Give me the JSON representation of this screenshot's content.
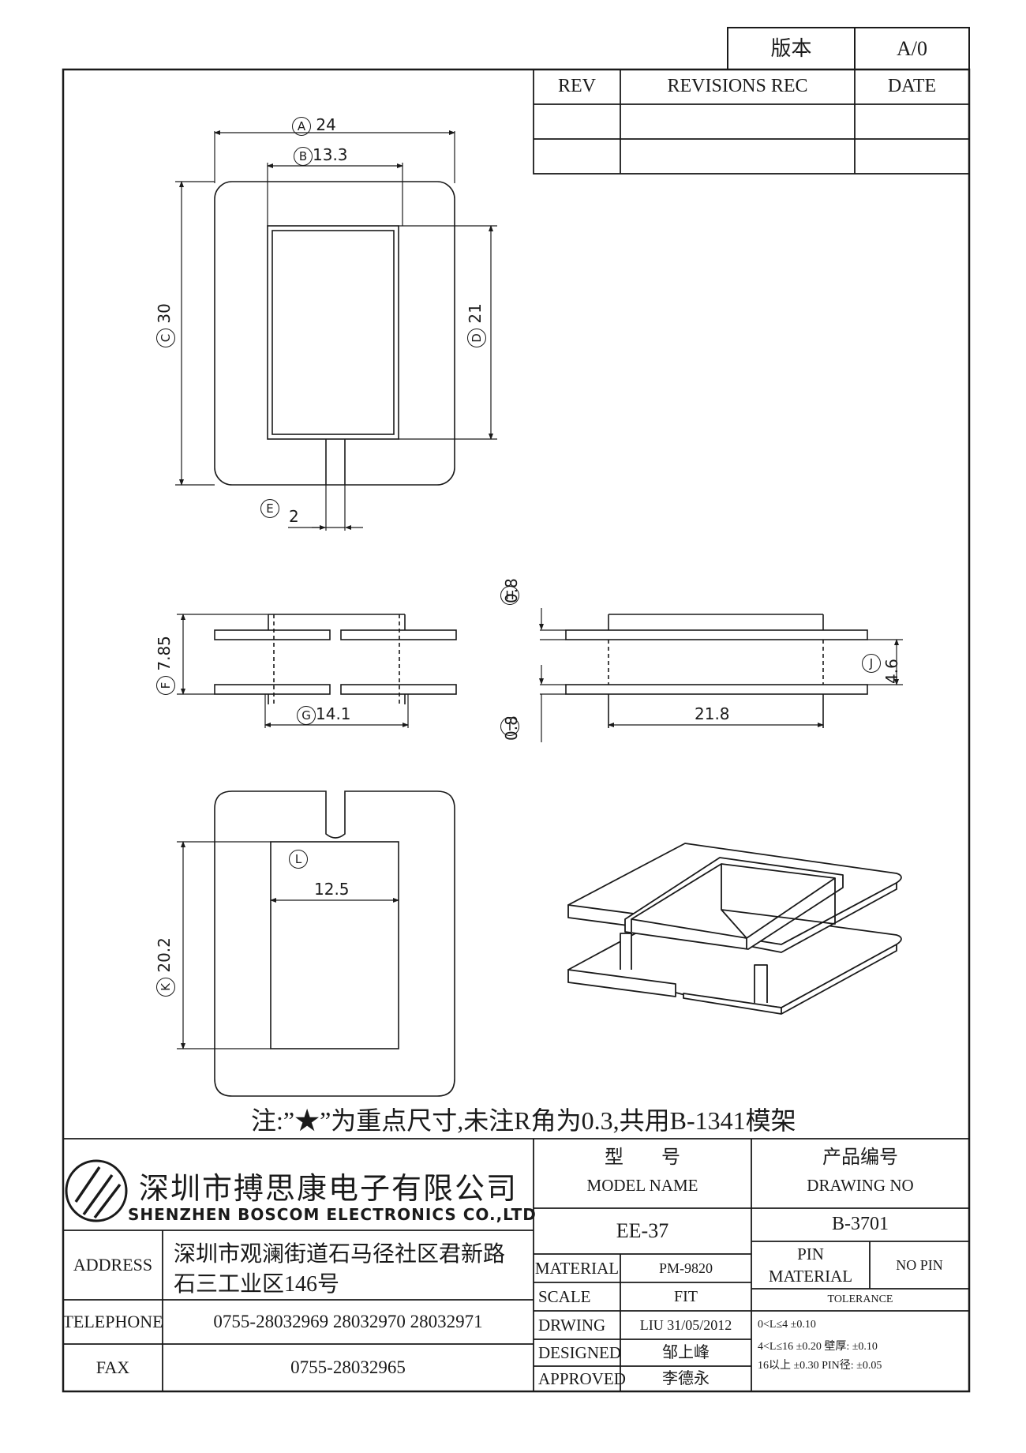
{
  "version_box": {
    "label": "版本",
    "value": "A/0"
  },
  "revisions": {
    "headers": [
      "REV",
      "REVISIONS REC",
      "DATE"
    ]
  },
  "dims": {
    "A": "24",
    "B": "13.3",
    "C": "30",
    "D": "21",
    "E": "2",
    "F": "7.85",
    "G": "14.1",
    "H": "0.8",
    "I": "0.8",
    "J": "4.6",
    "L": "12.5",
    "K": "20.2",
    "W": "21.8"
  },
  "circles": {
    "A": "A",
    "B": "B",
    "C": "C",
    "D": "D",
    "E": "E",
    "F": "F",
    "G": "G",
    "H": "H",
    "I": "I",
    "J": "J",
    "K": "K",
    "L": "L"
  },
  "note": "注:”★”为重点尺寸,未注R角为0.3,共用B-1341模架",
  "company": {
    "name_cn": "深圳市搏思康电子有限公司",
    "name_en": "SHENZHEN BOSCOM ELECTRONICS CO.,LTD",
    "address_label": "ADDRESS",
    "address_line1": "深圳市观澜街道石马径社区君新路",
    "address_line2": "石三工业区146号",
    "telephone_label": "TELEPHONE",
    "telephone": "0755-28032969 28032970 28032971",
    "fax_label": "FAX",
    "fax": "0755-28032965"
  },
  "model": {
    "label_cn": "型　　号",
    "label_en": "MODEL NAME",
    "value": "EE-37"
  },
  "drawing_no": {
    "label_cn": "产品编号",
    "label_en": "DRAWING NO",
    "value": "B-3701"
  },
  "material": {
    "label": "MATERIAL",
    "value": "PM-9820"
  },
  "scale": {
    "label": "SCALE",
    "value": "FIT"
  },
  "drwing": {
    "label": "DRWING",
    "value": "LIU 31/05/2012"
  },
  "designed": {
    "label": "DESIGNED",
    "value": "邹上峰"
  },
  "approved": {
    "label": "APPROVED",
    "value": "李德永"
  },
  "pin": {
    "label_line1": "PIN",
    "label_line2": "MATERIAL",
    "value": "NO PIN"
  },
  "tolerance": {
    "label": "TOLERANCE",
    "row1": "0<L≤4  ±0.10",
    "row2": "4<L≤16  ±0.20   壁厚:  ±0.10",
    "row3": "16以上      ±0.30   PIN径: ±0.05"
  }
}
